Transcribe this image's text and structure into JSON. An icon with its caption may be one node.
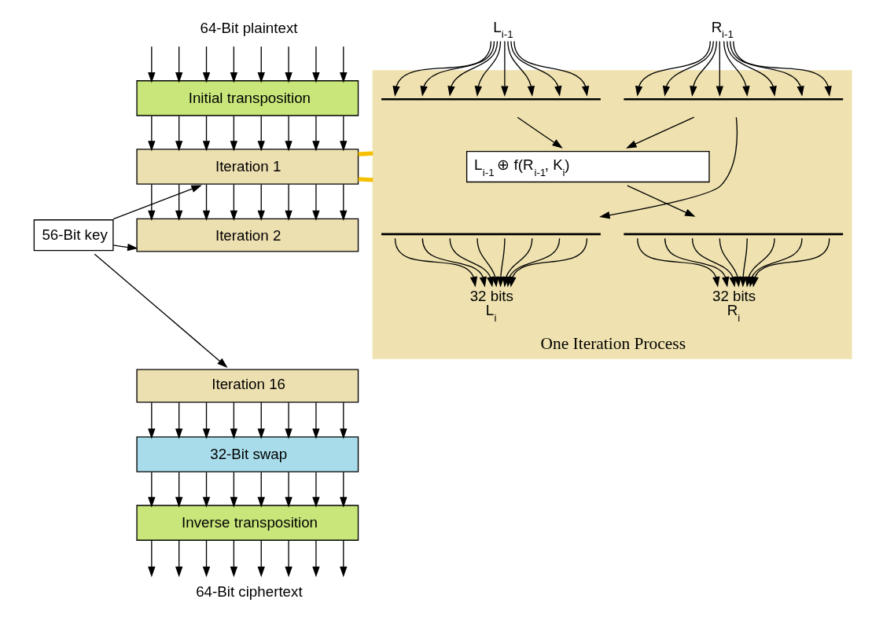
{
  "diagram": {
    "nodes": [
      {
        "text": [
          "64-Bit plaintext"
        ]
      },
      {
        "text": [
          "Initial transposition"
        ]
      },
      {
        "text": [
          "56-Bit key"
        ]
      },
      {
        "text": [
          "Iteration 1"
        ]
      },
      {
        "text": [
          "Iteration 2"
        ]
      },
      {
        "text": [
          "Iteration 16"
        ]
      },
      {
        "text": [
          "32-Bit swap"
        ]
      },
      {
        "text": [
          "Inverse transposition"
        ]
      },
      {
        "text": [
          "64-Bit ciphertext"
        ]
      },
      {
        "text": [
          "L$_{i-1}$"
        ]
      },
      {
        "text": [
          "R$_{i-1}$"
        ]
      },
      {
        "text": [
          "One Iteration Process"
        ]
      },
      {
        "text": [
          "L$_{i-1}$ ⊕ f(R$_{i-1}$, K$_{i}$)"
        ],
        "in": 11
      },
      {
        "text": [
          "32 bits",
          "L$_{i}$"
        ],
        "in": 11
      },
      {
        "text": [
          "32 bits",
          "R$_{i}$"
        ],
        "in": 11
      },
      {
        "text": [],
        "shape": "brace",
        "in": 11
      },
      {
        "text": [],
        "shape": "brace",
        "in": 11
      },
      {
        "text": [],
        "shape": "brace",
        "in": 11
      },
      {
        "text": [],
        "shape": "brace",
        "in": 11
      }
    ],
    "edges": [
      {
        "from": 0,
        "to": 1,
        "arrow": "to"
      },
      {
        "from": 0,
        "to": 1,
        "arrow": "to"
      },
      {
        "from": 0,
        "to": 1,
        "arrow": "to"
      },
      {
        "from": 0,
        "to": 1,
        "arrow": "to"
      },
      {
        "from": 0,
        "to": 1,
        "arrow": "to"
      },
      {
        "from": 0,
        "to": 1,
        "arrow": "to"
      },
      {
        "from": 0,
        "to": 1,
        "arrow": "to"
      },
      {
        "from": 0,
        "to": 1,
        "arrow": "to"
      },
      {
        "from": 1,
        "to": 3,
        "arrow": "to"
      },
      {
        "from": 1,
        "to": 3,
        "arrow": "to"
      },
      {
        "from": 1,
        "to": 3,
        "arrow": "to"
      },
      {
        "from": 1,
        "to": 3,
        "arrow": "to"
      },
      {
        "from": 1,
        "to": 3,
        "arrow": "to"
      },
      {
        "from": 1,
        "to": 3,
        "arrow": "to"
      },
      {
        "from": 1,
        "to": 3,
        "arrow": "to"
      },
      {
        "from": 1,
        "to": 3,
        "arrow": "to"
      },
      {
        "from": 2,
        "to": 3,
        "arrow": "to"
      },
      {
        "from": 3,
        "to": 4,
        "arrow": "to"
      },
      {
        "from": 3,
        "to": 4,
        "arrow": "to"
      },
      {
        "from": 3,
        "to": 4,
        "arrow": "to"
      },
      {
        "from": 3,
        "to": 4,
        "arrow": "to"
      },
      {
        "from": 3,
        "to": 4,
        "arrow": "to"
      },
      {
        "from": 3,
        "to": 4,
        "arrow": "to"
      },
      {
        "from": 3,
        "to": 4,
        "arrow": "to"
      },
      {
        "from": 3,
        "to": 4,
        "arrow": "to"
      },
      {
        "from": 2,
        "to": 4,
        "arrow": "to"
      },
      {
        "from": 2,
        "to": 5,
        "arrow": "to"
      },
      {
        "from": 5,
        "to": 6,
        "arrow": "to"
      },
      {
        "from": 5,
        "to": 6,
        "arrow": "to"
      },
      {
        "from": 5,
        "to": 6,
        "arrow": "to"
      },
      {
        "from": 5,
        "to": 6,
        "arrow": "to"
      },
      {
        "from": 5,
        "to": 6,
        "arrow": "to"
      },
      {
        "from": 5,
        "to": 6,
        "arrow": "to"
      },
      {
        "from": 5,
        "to": 6,
        "arrow": "to"
      },
      {
        "from": 5,
        "to": 6,
        "arrow": "to"
      },
      {
        "from": 6,
        "to": 7,
        "arrow": "to"
      },
      {
        "from": 6,
        "to": 7,
        "arrow": "to"
      },
      {
        "from": 6,
        "to": 7,
        "arrow": "to"
      },
      {
        "from": 6,
        "to": 7,
        "arrow": "to"
      },
      {
        "from": 6,
        "to": 7,
        "arrow": "to"
      },
      {
        "from": 6,
        "to": 7,
        "arrow": "to"
      },
      {
        "from": 6,
        "to": 7,
        "arrow": "to"
      },
      {
        "from": 6,
        "to": 7,
        "arrow": "to"
      },
      {
        "from": 7,
        "to": 8,
        "arrow": "to"
      },
      {
        "from": 7,
        "to": 8,
        "arrow": "to"
      },
      {
        "from": 7,
        "to": 8,
        "arrow": "to"
      },
      {
        "from": 7,
        "to": 8,
        "arrow": "to"
      },
      {
        "from": 7,
        "to": 8,
        "arrow": "to"
      },
      {
        "from": 7,
        "to": 8,
        "arrow": "to"
      },
      {
        "from": 7,
        "to": 8,
        "arrow": "to"
      },
      {
        "from": 7,
        "to": 8,
        "arrow": "to"
      },
      {
        "from": 3,
        "to": 11,
        "arrow": "none",
        "style": "thick",
        "color": "#f5c000"
      },
      {
        "from": 3,
        "to": 11,
        "arrow": "none",
        "style": "thick",
        "color": "#f5c000"
      },
      {
        "from": 9,
        "to": 15,
        "arrow": "to"
      },
      {
        "from": 9,
        "to": 15,
        "arrow": "to"
      },
      {
        "from": 9,
        "to": 15,
        "arrow": "to"
      },
      {
        "from": 9,
        "to": 15,
        "arrow": "to"
      },
      {
        "from": 9,
        "to": 15,
        "arrow": "to"
      },
      {
        "from": 9,
        "to": 15,
        "arrow": "to"
      },
      {
        "from": 9,
        "to": 15,
        "arrow": "to"
      },
      {
        "from": 9,
        "to": 15,
        "arrow": "to"
      },
      {
        "from": 10,
        "to": 16,
        "arrow": "to"
      },
      {
        "from": 10,
        "to": 16,
        "arrow": "to"
      },
      {
        "from": 10,
        "to": 16,
        "arrow": "to"
      },
      {
        "from": 10,
        "to": 16,
        "arrow": "to"
      },
      {
        "from": 10,
        "to": 16,
        "arrow": "to"
      },
      {
        "from": 10,
        "to": 16,
        "arrow": "to"
      },
      {
        "from": 10,
        "to": 16,
        "arrow": "to"
      },
      {
        "from": 10,
        "to": 16,
        "arrow": "to"
      },
      {
        "from": 15,
        "to": 12,
        "arrow": "to"
      },
      {
        "from": 16,
        "to": 17,
        "arrow": "to"
      },
      {
        "from": 16,
        "to": 12,
        "arrow": "to"
      },
      {
        "from": 12,
        "to": 18,
        "arrow": "to"
      },
      {
        "from": 17,
        "to": 13,
        "arrow": "to"
      },
      {
        "from": 17,
        "to": 13,
        "arrow": "to"
      },
      {
        "from": 17,
        "to": 13,
        "arrow": "to"
      },
      {
        "from": 17,
        "to": 13,
        "arrow": "to"
      },
      {
        "from": 17,
        "to": 13,
        "arrow": "to"
      },
      {
        "from": 17,
        "to": 13,
        "arrow": "to"
      },
      {
        "from": 17,
        "to": 13,
        "arrow": "to"
      },
      {
        "from": 17,
        "to": 13,
        "arrow": "to"
      },
      {
        "from": 18,
        "to": 14,
        "arrow": "to"
      },
      {
        "from": 18,
        "to": 14,
        "arrow": "to"
      },
      {
        "from": 18,
        "to": 14,
        "arrow": "to"
      },
      {
        "from": 18,
        "to": 14,
        "arrow": "to"
      },
      {
        "from": 18,
        "to": 14,
        "arrow": "to"
      },
      {
        "from": 18,
        "to": 14,
        "arrow": "to"
      },
      {
        "from": 18,
        "to": 14,
        "arrow": "to"
      },
      {
        "from": 18,
        "to": 14,
        "arrow": "to"
      }
    ]
  }
}
